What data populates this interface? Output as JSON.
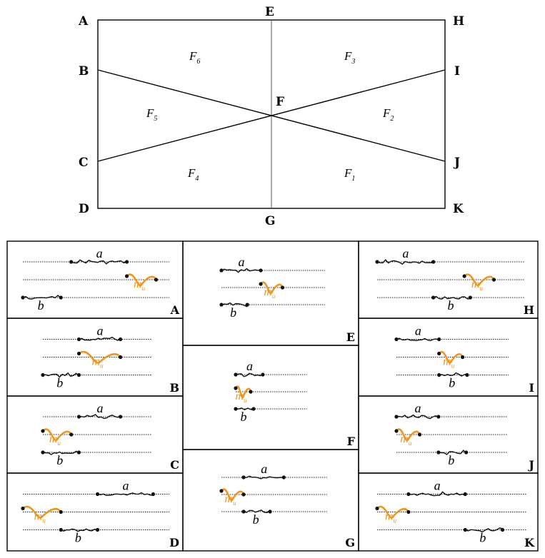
{
  "colors": {
    "strand": "#111111",
    "accent": "#f0961e",
    "frame": "#000000"
  },
  "diagram": {
    "corner_labels": [
      "A",
      "B",
      "C",
      "D",
      "E",
      "F",
      "G",
      "H",
      "I",
      "J",
      "K"
    ],
    "regions": [
      {
        "main": "F",
        "sub": "6"
      },
      {
        "main": "F",
        "sub": "3"
      },
      {
        "main": "F",
        "sub": "5"
      },
      {
        "main": "F",
        "sub": "2"
      },
      {
        "main": "F",
        "sub": "4"
      },
      {
        "main": "F",
        "sub": "1"
      }
    ]
  },
  "strand_labels": {
    "a": "a",
    "b": "b",
    "m": "m",
    "m_sub": "u"
  },
  "panels": [
    {
      "label": "A",
      "a": [
        0.33,
        0.71
      ],
      "m": [
        0.71,
        0.91
      ],
      "b": [
        0.0,
        0.26
      ]
    },
    {
      "label": "B",
      "a": [
        0.33,
        0.71
      ],
      "m": [
        0.33,
        0.71
      ],
      "b": [
        0.0,
        0.33
      ]
    },
    {
      "label": "C",
      "a": [
        0.33,
        0.71
      ],
      "m": [
        0.0,
        0.26
      ],
      "b": [
        0.0,
        0.33
      ]
    },
    {
      "label": "D",
      "a": [
        0.51,
        0.89
      ],
      "m": [
        0.0,
        0.26
      ],
      "b": [
        0.26,
        0.51
      ]
    },
    {
      "label": "E",
      "a": [
        0.0,
        0.38
      ],
      "m": [
        0.38,
        0.59
      ],
      "b": [
        0.0,
        0.25
      ]
    },
    {
      "label": "F",
      "a": [
        0.0,
        0.38
      ],
      "m": [
        0.0,
        0.21
      ],
      "b": [
        0.0,
        0.25
      ]
    },
    {
      "label": "G",
      "a": [
        0.21,
        0.59
      ],
      "m": [
        0.0,
        0.21
      ],
      "b": [
        0.21,
        0.46
      ]
    },
    {
      "label": "H",
      "a": [
        0.0,
        0.38
      ],
      "m": [
        0.59,
        0.79
      ],
      "b": [
        0.38,
        0.63
      ]
    },
    {
      "label": "I",
      "a": [
        0.0,
        0.38
      ],
      "m": [
        0.38,
        0.59
      ],
      "b": [
        0.38,
        0.63
      ]
    },
    {
      "label": "J",
      "a": [
        0.0,
        0.38
      ],
      "m": [
        0.0,
        0.21
      ],
      "b": [
        0.38,
        0.63
      ]
    },
    {
      "label": "K",
      "a": [
        0.21,
        0.59
      ],
      "m": [
        0.0,
        0.21
      ],
      "b": [
        0.59,
        0.84
      ]
    }
  ]
}
